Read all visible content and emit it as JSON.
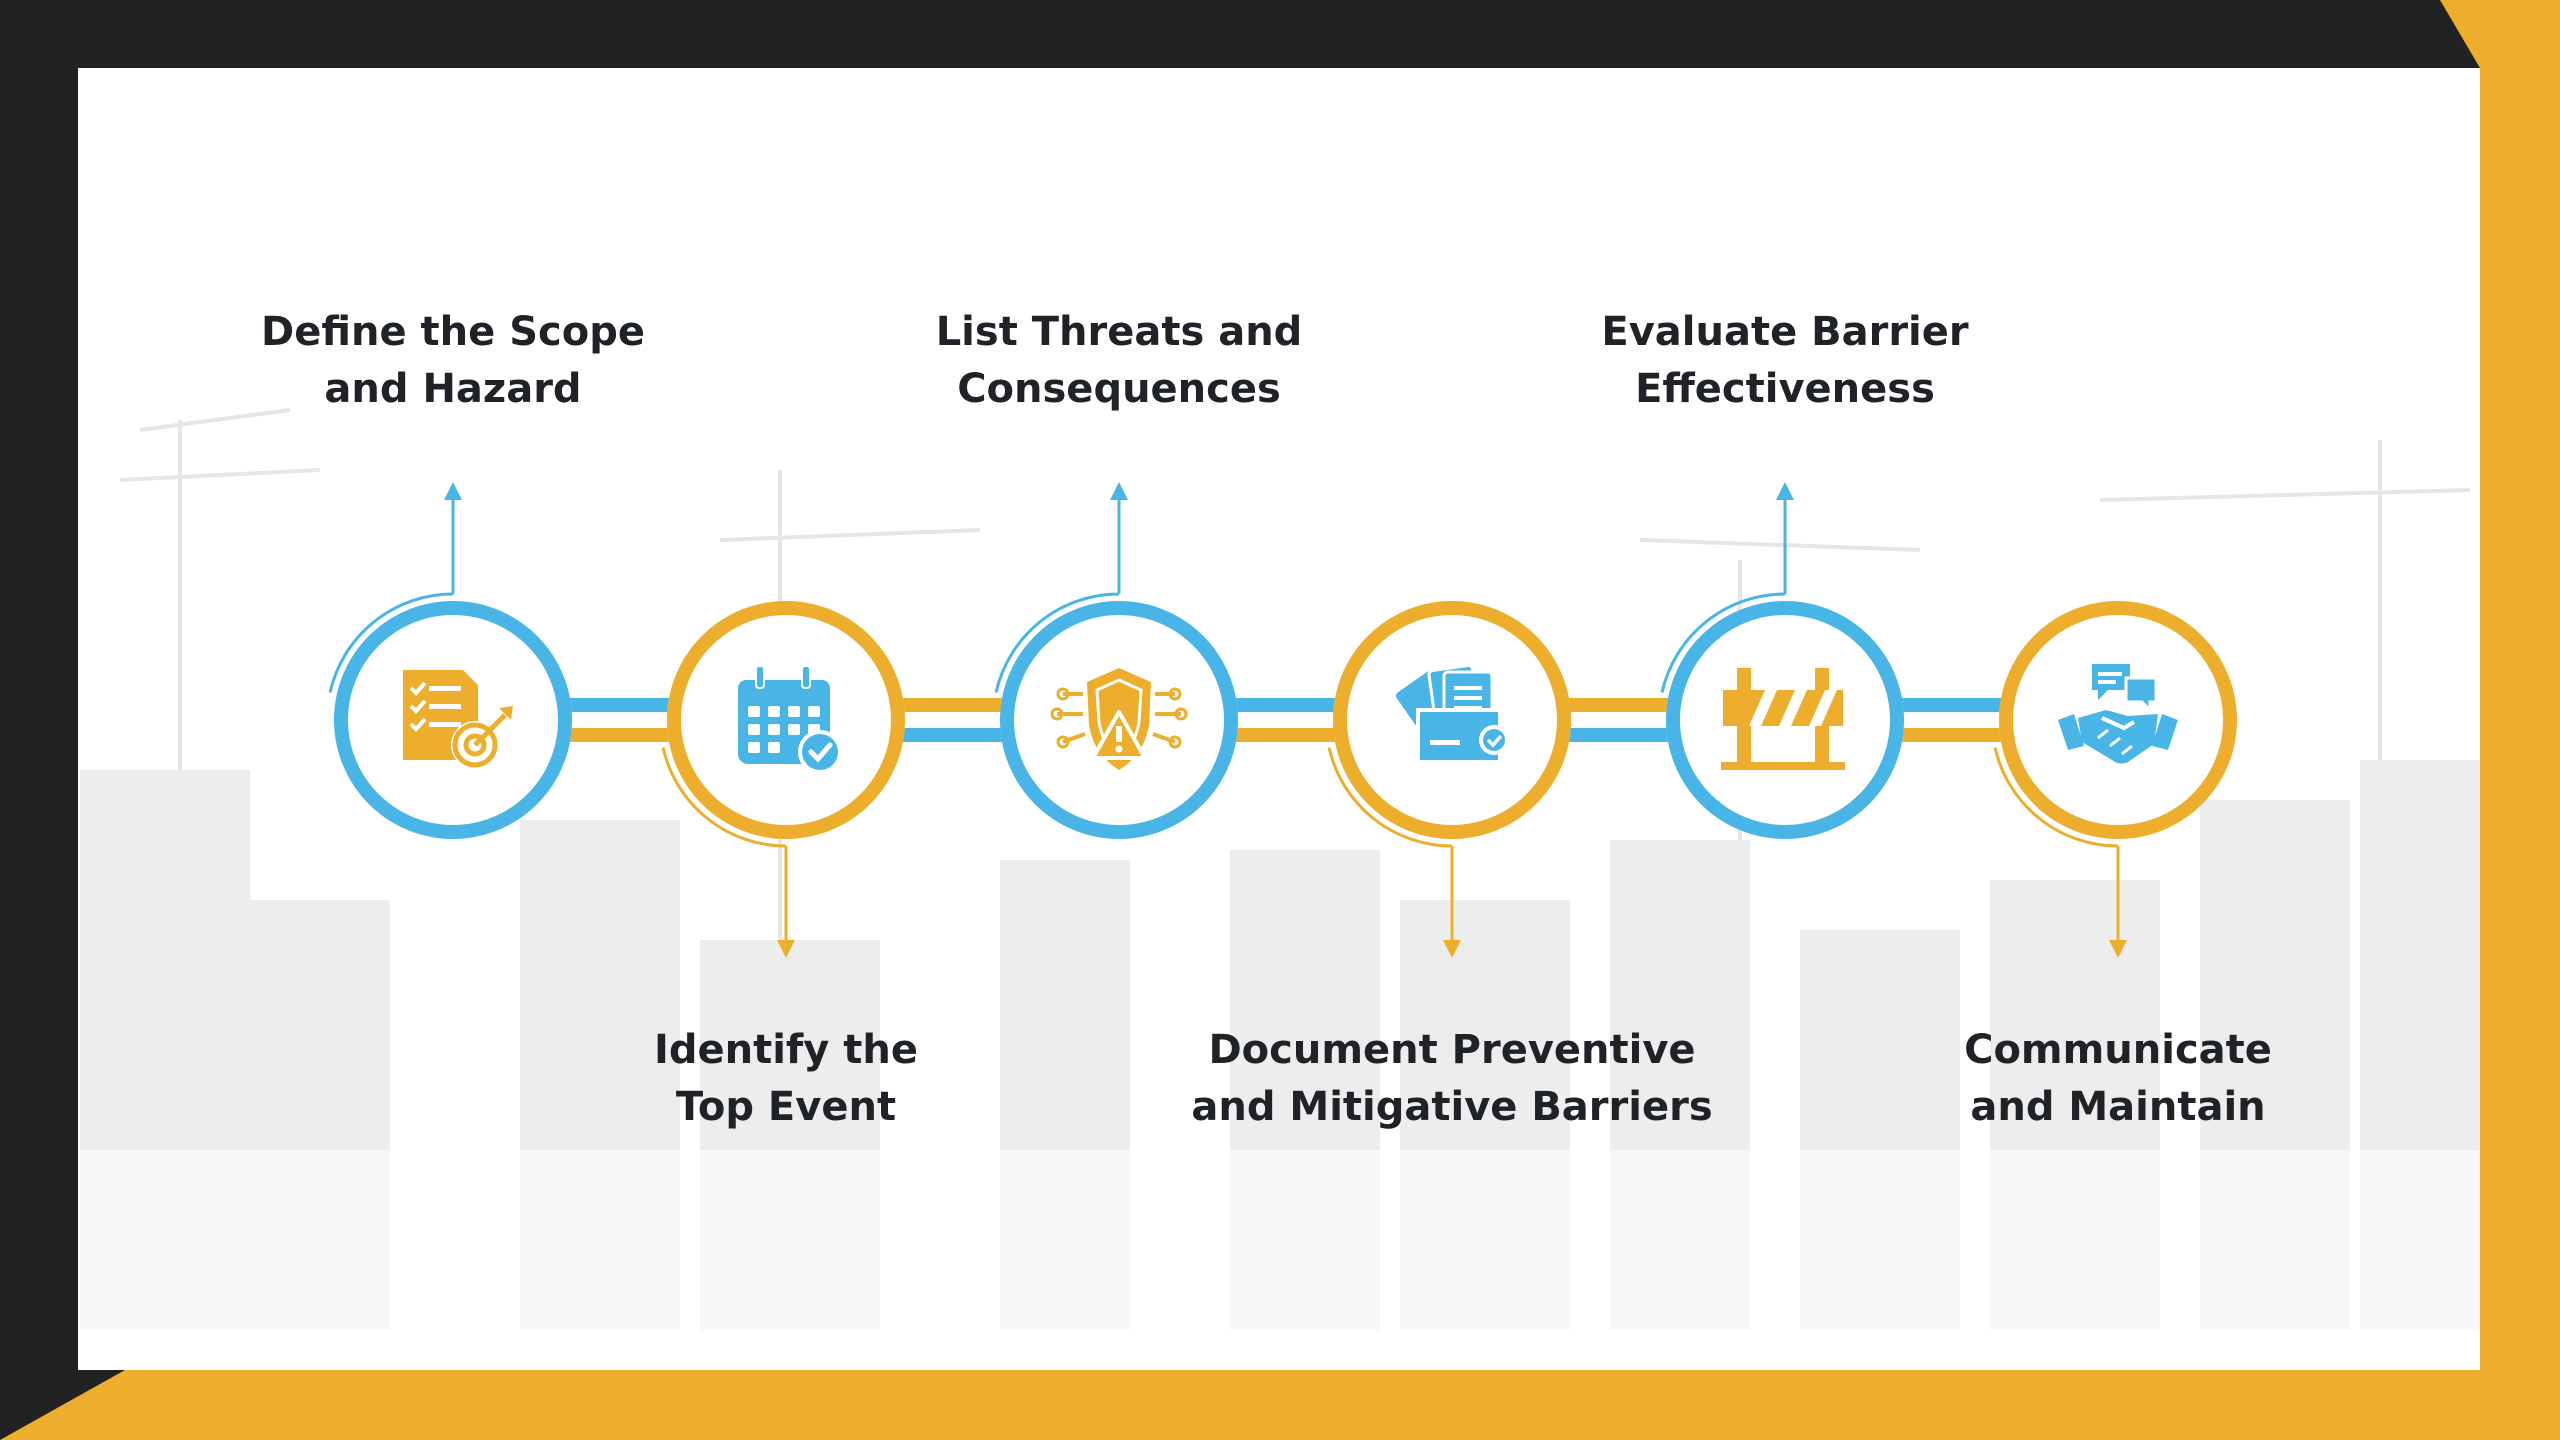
{
  "colors": {
    "dark_frame": "#222222",
    "accent_yellow": "#ecae2c",
    "accent_blue": "#49b5e6",
    "panel": "#ffffff",
    "text": "#1f2226",
    "skyline": "#e9e9e9"
  },
  "steps": [
    {
      "label_lines": [
        "Define the Scope",
        "and Hazard"
      ],
      "color": "blue",
      "icon": "checklist-target-icon",
      "label_position": "top"
    },
    {
      "label_lines": [
        "Identify the",
        "Top Event"
      ],
      "color": "yellow",
      "icon": "calendar-check-icon",
      "label_position": "bottom"
    },
    {
      "label_lines": [
        "List Threats and",
        "Consequences"
      ],
      "color": "blue",
      "icon": "shield-warning-icon",
      "label_position": "top"
    },
    {
      "label_lines": [
        "Document Preventive",
        "and Mitigative Barriers"
      ],
      "color": "yellow",
      "icon": "documents-check-icon",
      "label_position": "bottom"
    },
    {
      "label_lines": [
        "Evaluate Barrier",
        "Effectiveness"
      ],
      "color": "blue",
      "icon": "road-barrier-icon",
      "label_position": "top"
    },
    {
      "label_lines": [
        "Communicate",
        "and Maintain"
      ],
      "color": "yellow",
      "icon": "handshake-chat-icon",
      "label_position": "bottom"
    }
  ]
}
